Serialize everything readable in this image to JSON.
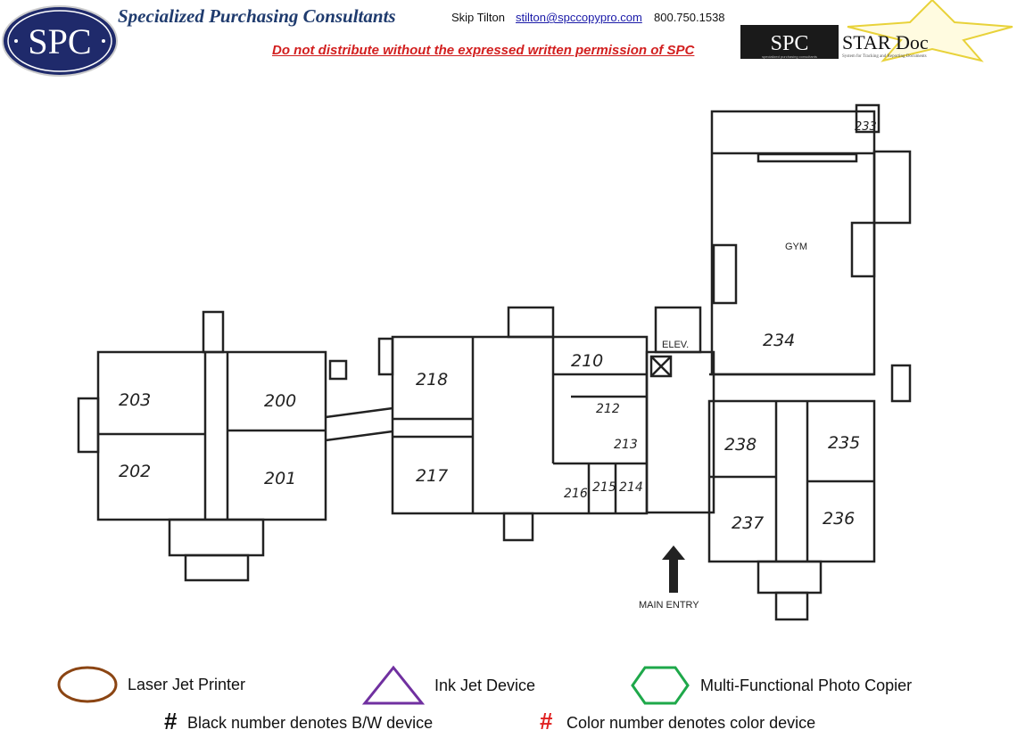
{
  "header": {
    "logo_text": "SPC",
    "company": "Specialized Purchasing Consultants",
    "contact_name": "Skip Tilton",
    "contact_email": "stilton@spccopypro.com",
    "contact_phone": "800.750.1538",
    "notice": "Do not distribute without the expressed written permission of SPC",
    "star_logo_spc": "SPC",
    "star_logo_title": "STAR Doc",
    "star_logo_sub": "specialized purchasing consultants",
    "star_logo_tagline": "System for Tracking and Reporting Documents"
  },
  "floorplan": {
    "rooms": {
      "r203": "203",
      "r200": "200",
      "r202": "202",
      "r201": "201",
      "r218": "218",
      "r217": "217",
      "r210": "210",
      "r212": "212",
      "r213": "213",
      "r216": "216",
      "r215": "215",
      "r214": "214",
      "r234": "234",
      "r233": "233",
      "r238": "238",
      "r235": "235",
      "r237": "237",
      "r236": "236"
    },
    "gym": "GYM",
    "elev": "ELEV.",
    "main_entry": "MAIN ENTRY"
  },
  "legend": {
    "laser": "Laser Jet Printer",
    "inkjet": "Ink Jet Device",
    "mfp": "Multi-Functional Photo Copier",
    "hash": "#",
    "bw": "Black number denotes B/W device",
    "color": "Color number denotes color device",
    "colors": {
      "laser": "#8b4513",
      "inkjet": "#7030a0",
      "mfp": "#1ea84a",
      "color_hash": "#e02020"
    }
  }
}
